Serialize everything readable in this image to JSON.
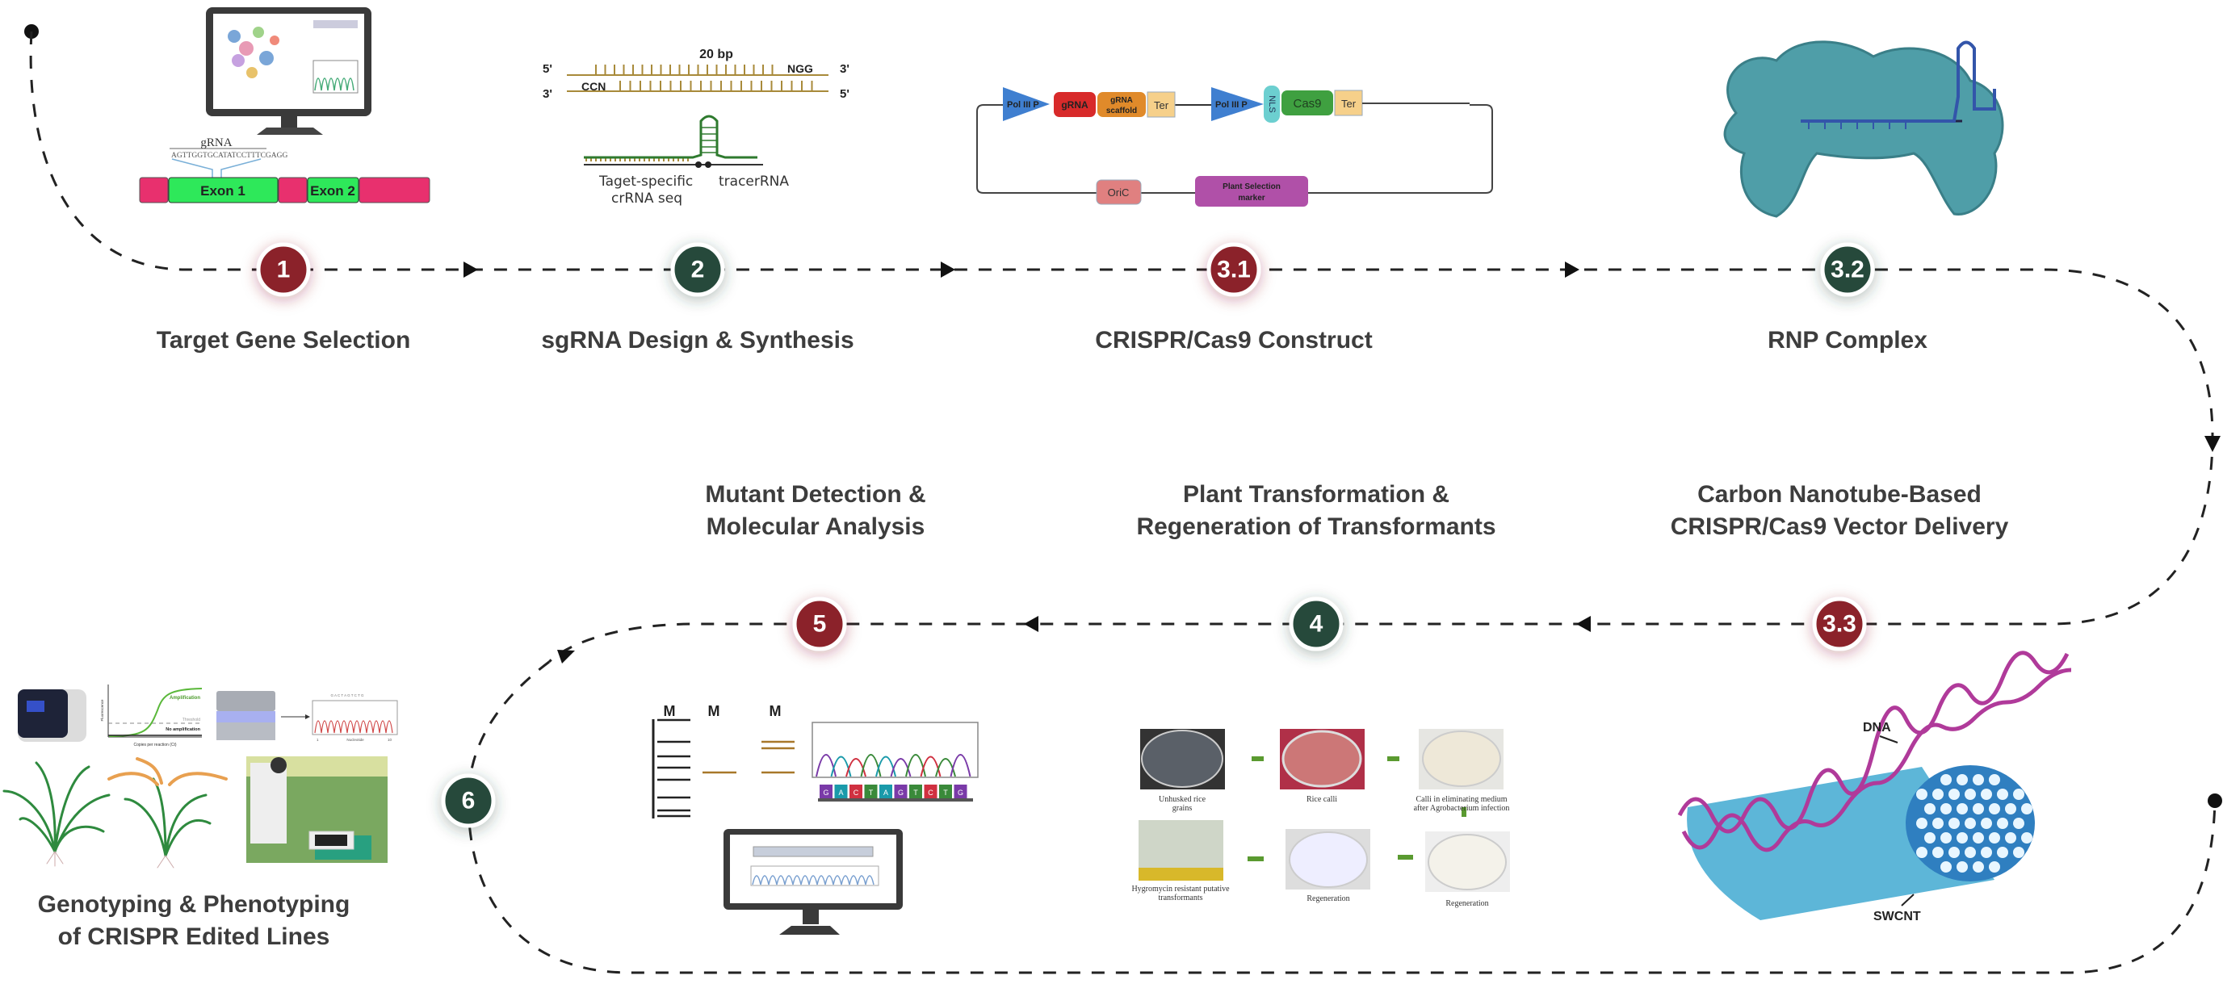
{
  "steps": [
    {
      "number": "1",
      "label": "Target Gene Selection",
      "color": "#8b2329"
    },
    {
      "number": "2",
      "label": "sgRNA Design & Synthesis",
      "color": "#254a3a"
    },
    {
      "number": "3.1",
      "label": "CRISPR/Cas9 Construct",
      "color": "#8b2329"
    },
    {
      "number": "3.2",
      "label": "RNP Complex",
      "color": "#254a3a"
    },
    {
      "number": "3.3",
      "label_lines": [
        "Carbon Nanotube-Based",
        "CRISPR/Cas9 Vector Delivery"
      ],
      "color": "#8b2329"
    },
    {
      "number": "4",
      "label_lines": [
        "Plant Transformation &",
        "Regeneration of Transformants"
      ],
      "color": "#254a3a"
    },
    {
      "number": "5",
      "label_lines": [
        "Mutant Detection &",
        "Molecular Analysis"
      ],
      "color": "#8b2329"
    },
    {
      "number": "6",
      "label_lines": [
        "Genotyping & Phenotyping",
        "of CRISPR Edited Lines"
      ],
      "color": "#254a3a"
    }
  ],
  "gene_selection": {
    "grna_label": "gRNA",
    "sequence": "AGTTGGTGCATATCCTTTCGAGG",
    "exon1": "Exon 1",
    "exon2": "Exon 2"
  },
  "sgrna": {
    "bp_label": "20 bp",
    "five_prime": "5'",
    "three_prime": "3'",
    "pam": "NGG",
    "ccn": "CCN",
    "crrna_lines": [
      "Taget-specific",
      "crRNA seq"
    ],
    "tracer": "tracerRNA"
  },
  "construct": {
    "pol3_a": "Pol III P",
    "grna": "gRNA",
    "scaffold_lines": [
      "gRNA",
      "scaffold"
    ],
    "ter_a": "Ter",
    "pol3_b": "Pol III P",
    "nls": "NLS",
    "cas9": "Cas9",
    "ter_b": "Ter",
    "oric": "OriC",
    "marker_lines": [
      "Plant Selection",
      "marker"
    ]
  },
  "nanotube": {
    "dna": "DNA",
    "swcnt": "SWCNT"
  },
  "transformation": {
    "c1_lines": [
      "Unhusked rice",
      "grains"
    ],
    "c2": "Rice calli",
    "c3_lines": [
      "Calli in eliminating medium",
      "after Agrobacterium infection"
    ],
    "c4": "Regeneration",
    "c5": "Regeneration",
    "c6_lines": [
      "Hygromycin resistant putative",
      "transformants"
    ]
  },
  "mutant": {
    "markers": [
      "M",
      "M",
      "M"
    ],
    "bases": [
      "G",
      "A",
      "C",
      "T",
      "A",
      "G",
      "T",
      "C",
      "T",
      "G"
    ]
  },
  "genotyping": {
    "amplification": "Amplification",
    "threshold": "Threshold",
    "no_amplification": "No amplification",
    "xaxis": "Copies per reaction (Ct)",
    "yaxis": "Fluorescence",
    "seq_bases": "G A C T A G T C T G",
    "nucleotide": "Nucleotide",
    "tick_start": "1",
    "tick_end": "10"
  }
}
